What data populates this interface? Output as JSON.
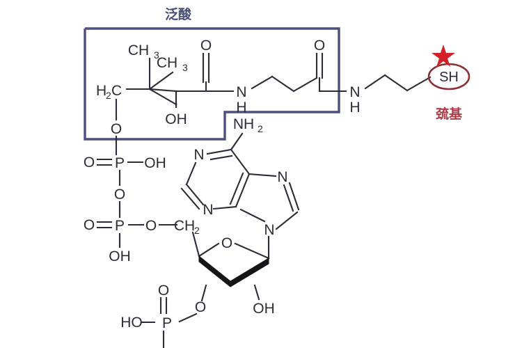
{
  "diagram": {
    "title_visible": false,
    "subject": "coenzyme-a-structure",
    "annotations": {
      "pantothenic_acid_label": "泛酸",
      "thiol_label": "巯基"
    },
    "colors": {
      "box_stroke": "#4c4f80",
      "annotation_top": "#464b78",
      "annotation_bottom": "#b03a46",
      "highlight_ellipse": "#8c2f34",
      "star": "#d32028",
      "bond": "#2c2c38",
      "background": "#ffffff"
    },
    "atoms": {
      "methyl_1": "CH",
      "methyl_1_sub": "3",
      "methyl_2": "CH",
      "methyl_2_sub": "3",
      "h2c": "H",
      "h2c_sub": "2",
      "h2c_tail": "C",
      "hydroxyl_pantoate": "OH",
      "carbonyl_o_1": "O",
      "amide_n_1": "N",
      "amide_h_1": "H",
      "carbonyl_o_2": "O",
      "amide_n_2": "N",
      "amide_h_2": "H",
      "thiol": "SH",
      "ester_o_top": "O",
      "phosphate_p_1": "P",
      "phosphate_o_double_1": "O",
      "phosphate_oh_1": "OH",
      "bridge_o": "O",
      "phosphate_p_2": "P",
      "phosphate_o_double_2": "O",
      "phosphate_oh_2": "OH",
      "ribose_link_o": "O",
      "ribose_ch2": "CH",
      "ribose_ch2_sub": "2",
      "ring_o": "O",
      "ribose_oh": "OH",
      "ribose_o_3prime": "O",
      "amine": "NH",
      "amine_sub": "2",
      "purine_n1": "N",
      "purine_n3": "N",
      "purine_n7": "N",
      "purine_n9": "N",
      "phosphate_p_3": "P",
      "phosphate_o_double_3": "O",
      "phosphate_ho_3": "HO",
      "phosphate_o_3": "O"
    }
  }
}
